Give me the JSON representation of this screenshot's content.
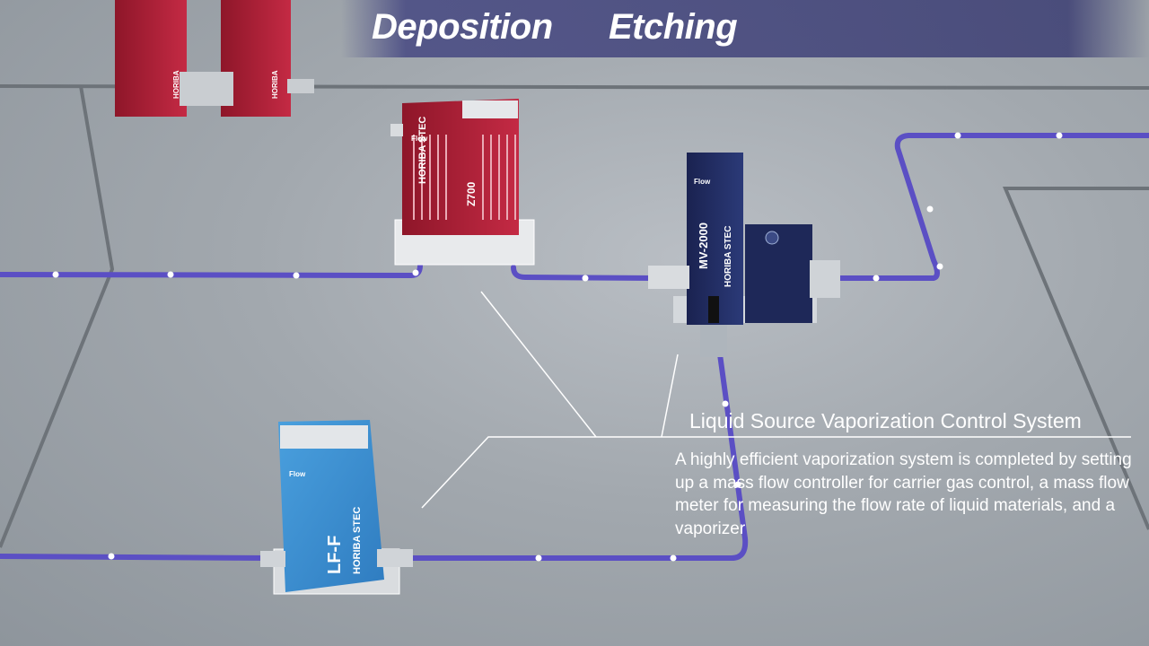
{
  "header": {
    "tabs": [
      {
        "label": "Deposition"
      },
      {
        "label": "Etching"
      }
    ]
  },
  "info_panel": {
    "title": "Liquid Source Vaporization Control System",
    "description": "A highly efficient vaporization system is completed by setting up a mass flow controller for carrier gas control, a mass flow meter for measuring the flow rate of liquid materials, and a vaporizer"
  },
  "devices": {
    "red_mfc": {
      "brand": "HORIBA STEC",
      "model": "Z700",
      "flow_label": "Flow"
    },
    "vaporizer": {
      "brand": "HORIBA STEC",
      "model": "MV-2000",
      "flow_label": "Flow"
    },
    "liquid_meter": {
      "brand": "HORIBA STEC",
      "model": "LF-F",
      "flow_label": "Flow"
    },
    "top_left_units": {
      "brand": "HORIBA"
    }
  },
  "colors": {
    "pipe_active": "#5b4fc4",
    "pipe_inactive": "#6d7379",
    "red_device": "#b8203b",
    "navy_device": "#1f2b5c",
    "blue_device": "#3d8fd0",
    "header_band": "#464882"
  }
}
